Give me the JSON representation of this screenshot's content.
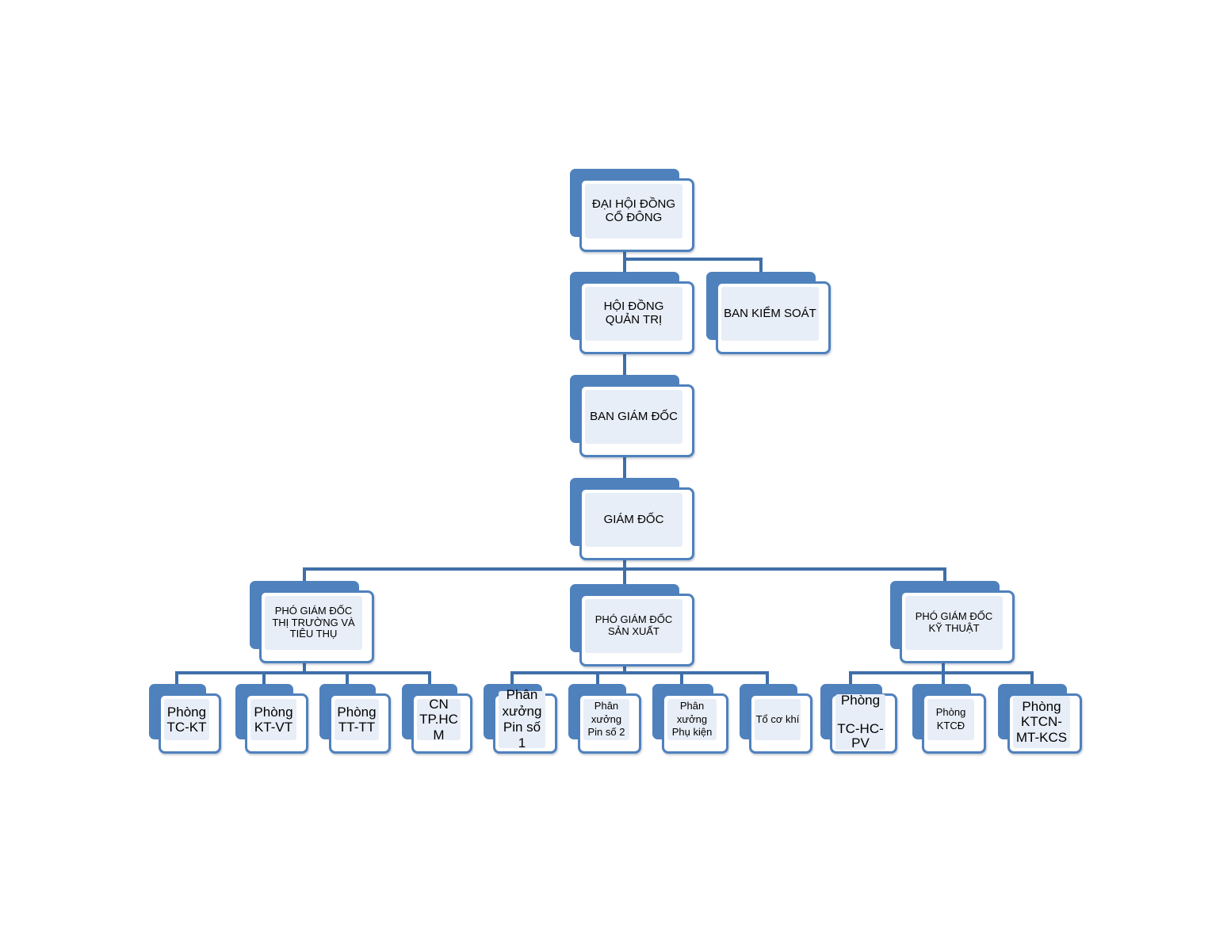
{
  "colors": {
    "box_border": "#4f81bd",
    "box_fill": "#e8eef7",
    "connector": "#3f6fa9"
  },
  "nodes": {
    "dai_hoi_dong_co_dong": "ĐẠI HỘI ĐỒNG\nCỔ ĐÔNG",
    "hoi_dong_quan_tri": "HỘI ĐỒNG\nQUẢN TRỊ",
    "ban_kiem_soat": "BAN KIỂM SOÁT",
    "ban_giam_doc": "BAN GIÁM ĐỐC",
    "giam_doc": "GIÁM ĐỐC",
    "pgd_thi_truong": "PHÓ GIÁM ĐỐC THỊ TRƯỜNG VÀ TIÊU THỤ",
    "pgd_san_xuat": "PHÓ GIÁM ĐỐC\nSẢN XUẤT",
    "pgd_ky_thuat": "PHÓ GIÁM ĐỐC KỸ THUẬT",
    "phong_tc_kt": "Phòng\nTC-KT",
    "phong_kt_vt": "Phòng\nKT-VT",
    "phong_tt_tt": "Phòng\nTT-TT",
    "cn_tphcm": "CN\nTP.HC\nM",
    "phan_xuong_pin_1": "Phân\nxưởng\nPin số\n1",
    "phan_xuong_pin_2": "Phân\nxưởng\nPin số 2",
    "phan_xuong_phu_kien": "Phân\nxưởng\nPhụ kiện",
    "to_co_khi": "Tổ cơ khí",
    "phong_tc_hc_pv": "Phòng\n\nTC-HC-\nPV",
    "phong_ktcd": "Phòng\nKTCĐ",
    "phong_ktcn_mt_kcs": "Phòng\nKTCN-\nMT-KCS"
  }
}
